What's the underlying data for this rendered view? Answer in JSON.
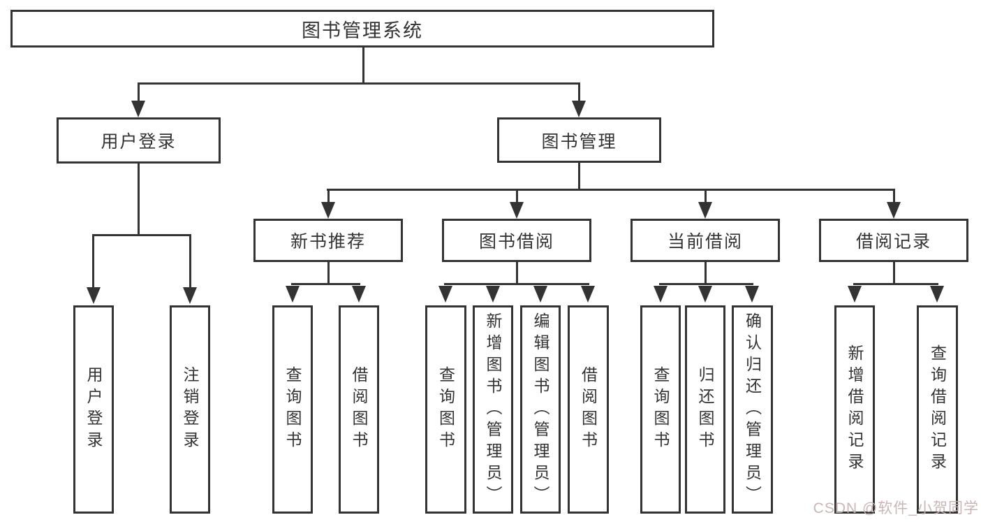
{
  "diagram_title": "图书管理系统",
  "colors": {
    "line": "#333333",
    "box_border": "#333333",
    "text": "#333333",
    "background": "#ffffff",
    "watermark": "#c6b2b2"
  },
  "tree": {
    "root": {
      "label": "图书管理系统",
      "children": [
        {
          "label": "用户登录",
          "children": [
            {
              "label": "用户登录"
            },
            {
              "label": "注销登录"
            }
          ]
        },
        {
          "label": "图书管理",
          "children": [
            {
              "label": "新书推荐",
              "children": [
                {
                  "label": "查询图书"
                },
                {
                  "label": "借阅图书"
                }
              ]
            },
            {
              "label": "图书借阅",
              "children": [
                {
                  "label": "查询图书"
                },
                {
                  "label": "新增图书（管理员）"
                },
                {
                  "label": "编辑图书（管理员）"
                },
                {
                  "label": "借阅图书"
                }
              ]
            },
            {
              "label": "当前借阅",
              "children": [
                {
                  "label": "查询图书"
                },
                {
                  "label": "归还图书"
                },
                {
                  "label": "确认归还（管理员）"
                }
              ]
            },
            {
              "label": "借阅记录",
              "children": [
                {
                  "label": "新增借阅记录"
                },
                {
                  "label": "查询借阅记录"
                }
              ]
            }
          ]
        }
      ]
    }
  },
  "watermark": {
    "text": "CSDN @软件_小贺同学"
  }
}
